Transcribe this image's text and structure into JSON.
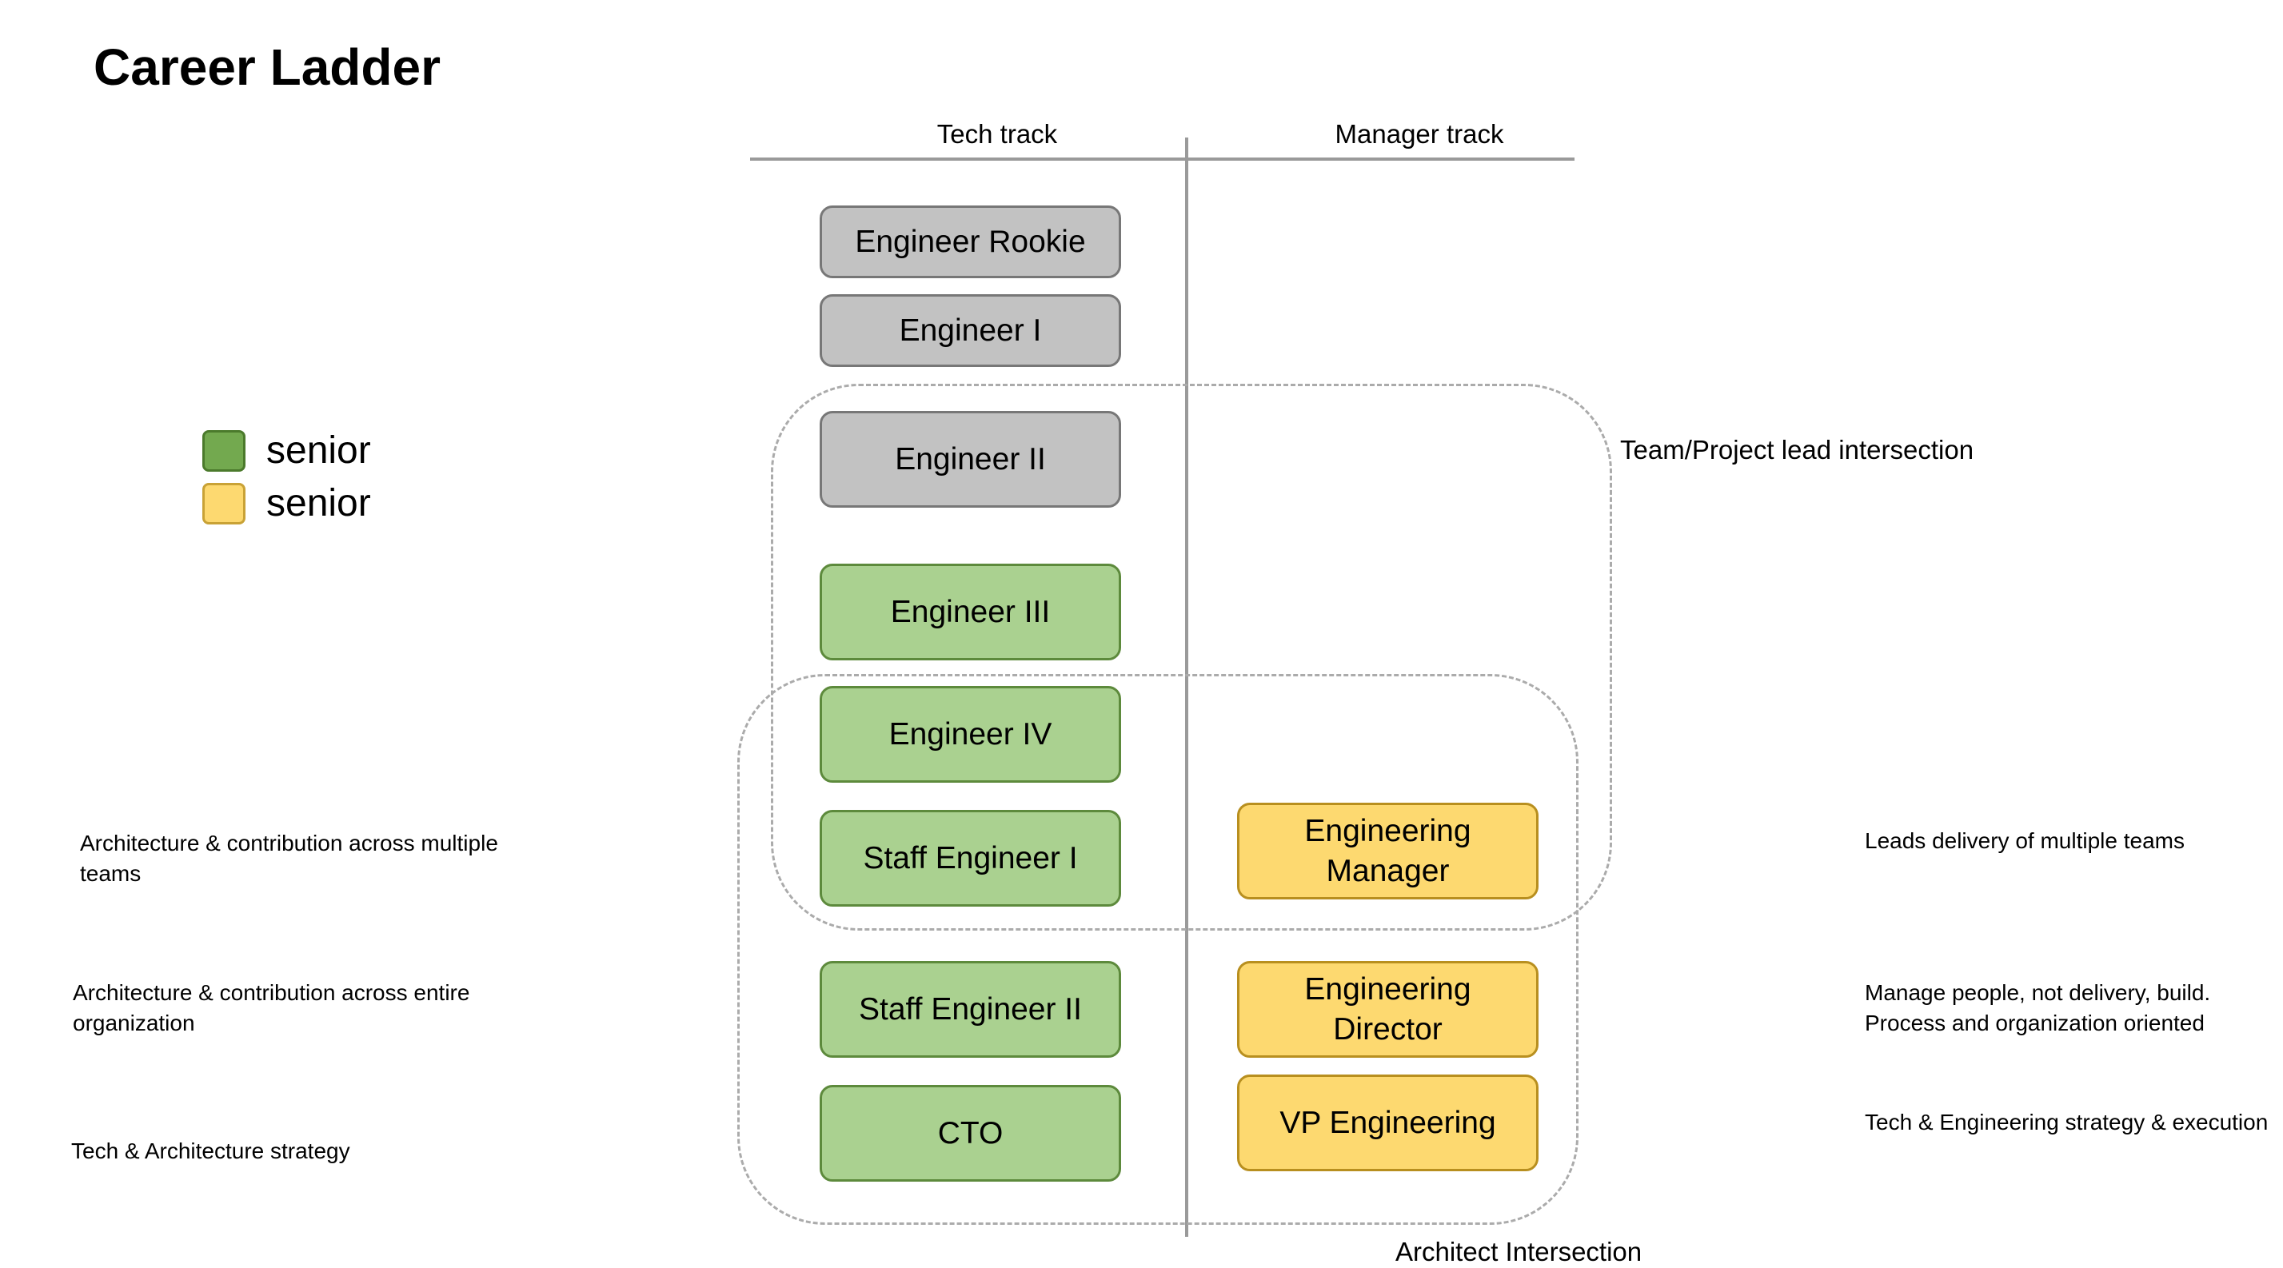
{
  "title": "Career Ladder",
  "tracks": {
    "tech": "Tech track",
    "manager": "Manager track"
  },
  "legend": [
    {
      "label": "senior",
      "color": "#73a94f"
    },
    {
      "label": "senior",
      "color": "#fdd970"
    }
  ],
  "tech_levels": [
    {
      "label": "Engineer Rookie",
      "style": "gray"
    },
    {
      "label": "Engineer I",
      "style": "gray"
    },
    {
      "label": "Engineer II",
      "style": "gray"
    },
    {
      "label": "Engineer III",
      "style": "green"
    },
    {
      "label": "Engineer IV",
      "style": "green"
    },
    {
      "label": "Staff Engineer I",
      "style": "green"
    },
    {
      "label": "Staff Engineer II",
      "style": "green"
    },
    {
      "label": "CTO",
      "style": "green"
    }
  ],
  "manager_levels": [
    {
      "label": "Engineering Manager",
      "style": "yellow"
    },
    {
      "label": "Engineering Director",
      "style": "yellow"
    },
    {
      "label": "VP Engineering",
      "style": "yellow"
    }
  ],
  "intersections": {
    "team_lead": "Team/Project lead intersection",
    "architect": "Architect Intersection"
  },
  "tech_notes": [
    "Architecture & contribution across multiple teams",
    "Architecture & contribution across entire organization",
    "Tech & Architecture strategy"
  ],
  "manager_notes": [
    "Leads delivery of multiple teams",
    "Manage people, not delivery, build. Process and organization oriented",
    "Tech & Engineering strategy & execution"
  ],
  "colors": {
    "gray_fill": "#c2c2c2",
    "green_fill": "#aad190",
    "yellow_fill": "#fdd970",
    "divider": "#9a9a9a",
    "dashed": "#ababab"
  }
}
